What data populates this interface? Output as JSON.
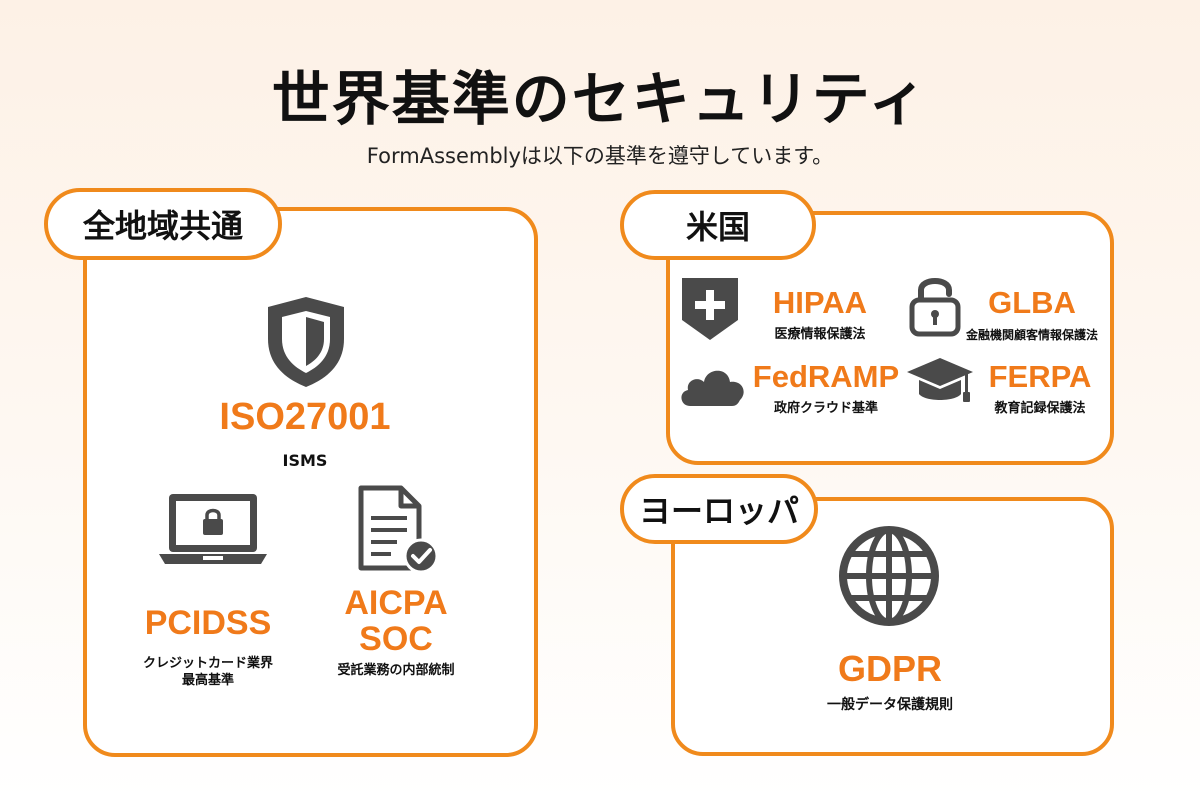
{
  "header": {
    "title": "世界基準のセキュリティ",
    "subtitle": "FormAssemblyは以下の基準を遵守しています。"
  },
  "global": {
    "tag": "全地域共通",
    "iso": {
      "name": "ISO27001",
      "desc": "ISMS"
    },
    "pci": {
      "name": "PCIDSS",
      "desc_line1": "クレジットカード業界",
      "desc_line2": "最高基準"
    },
    "aicpa": {
      "name_line1": "AICPA",
      "name_line2": "SOC",
      "desc": "受託業務の内部統制"
    }
  },
  "usa": {
    "tag": "米国",
    "hipaa": {
      "name": "HIPAA",
      "desc": "医療情報保護法"
    },
    "glba": {
      "name": "GLBA",
      "desc": "金融機関顧客情報保護法"
    },
    "fedramp": {
      "name": "FedRAMP",
      "desc": "政府クラウド基準"
    },
    "ferpa": {
      "name": "FERPA",
      "desc": "教育記録保護法"
    }
  },
  "europe": {
    "tag": "ヨーロッパ",
    "gdpr": {
      "name": "GDPR",
      "desc": "一般データ保護規則"
    }
  },
  "colors": {
    "accent": "#f08a1c",
    "accent_text": "#f07a1a",
    "icon": "#4a4a4a"
  },
  "icons": [
    "shield-icon",
    "laptop-lock-icon",
    "document-check-icon",
    "medical-cross-icon",
    "padlock-icon",
    "cloud-icon",
    "graduation-cap-icon",
    "globe-icon"
  ]
}
